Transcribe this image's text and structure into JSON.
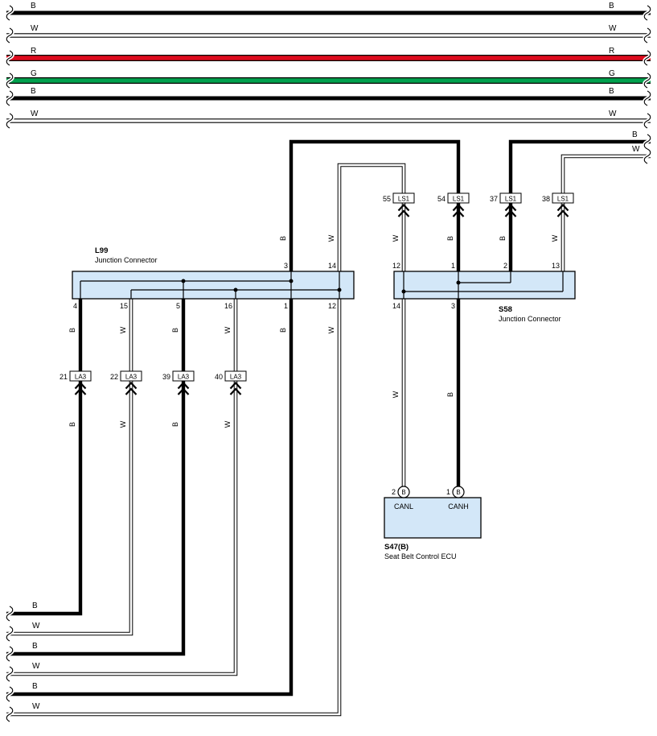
{
  "diagram": {
    "colors": {
      "red_wire": "#dd0b1e",
      "green_wire": "#00a14e",
      "black_wire": "#000000",
      "white_wire": "#ffffff",
      "connector_fill": "#d3e7f8"
    },
    "top_bus": [
      {
        "left": "B",
        "right": "B"
      },
      {
        "left": "W",
        "right": "W"
      },
      {
        "left": "R",
        "right": "R"
      },
      {
        "left": "G",
        "right": "G"
      },
      {
        "left": "B",
        "right": "B"
      },
      {
        "left": "W",
        "right": "W"
      }
    ],
    "right_exits": [
      {
        "label": "B"
      },
      {
        "label": "W"
      }
    ],
    "shield_connectors_top": [
      {
        "pin": "55",
        "name": "LS1",
        "wire": "W"
      },
      {
        "pin": "54",
        "name": "LS1",
        "wire": "B"
      },
      {
        "pin": "37",
        "name": "LS1",
        "wire": "B"
      },
      {
        "pin": "38",
        "name": "LS1",
        "wire": "W"
      }
    ],
    "l99": {
      "name": "L99",
      "desc": "Junction Connector",
      "top_pins": [
        "3",
        "14"
      ],
      "top_wires": [
        "B",
        "W"
      ],
      "bottom_pins": [
        "4",
        "15",
        "5",
        "16",
        "1",
        "12"
      ],
      "bottom_wires": [
        "B",
        "W",
        "B",
        "W",
        "B",
        "W"
      ]
    },
    "s58": {
      "name": "S58",
      "desc": "Junction Connector",
      "top_pins": [
        "12",
        "1",
        "2",
        "13"
      ],
      "bottom_pins": [
        "14",
        "3"
      ],
      "bottom_wires": [
        "W",
        "B"
      ]
    },
    "shield_connectors_mid": [
      {
        "pin": "21",
        "name": "LA3",
        "wire_below": "B"
      },
      {
        "pin": "22",
        "name": "LA3",
        "wire_below": "W"
      },
      {
        "pin": "39",
        "name": "LA3",
        "wire_below": "B"
      },
      {
        "pin": "40",
        "name": "LA3",
        "wire_below": "W"
      }
    ],
    "ecu": {
      "name": "S47(B)",
      "desc": "Seat Belt Control ECU",
      "pins": [
        {
          "num": "2",
          "terminal": "B",
          "signal": "CANL"
        },
        {
          "num": "1",
          "terminal": "B",
          "signal": "CANH"
        }
      ]
    },
    "left_exits": [
      {
        "label": "B"
      },
      {
        "label": "W"
      },
      {
        "label": "B"
      },
      {
        "label": "W"
      },
      {
        "label": "B"
      },
      {
        "label": "W"
      }
    ]
  }
}
